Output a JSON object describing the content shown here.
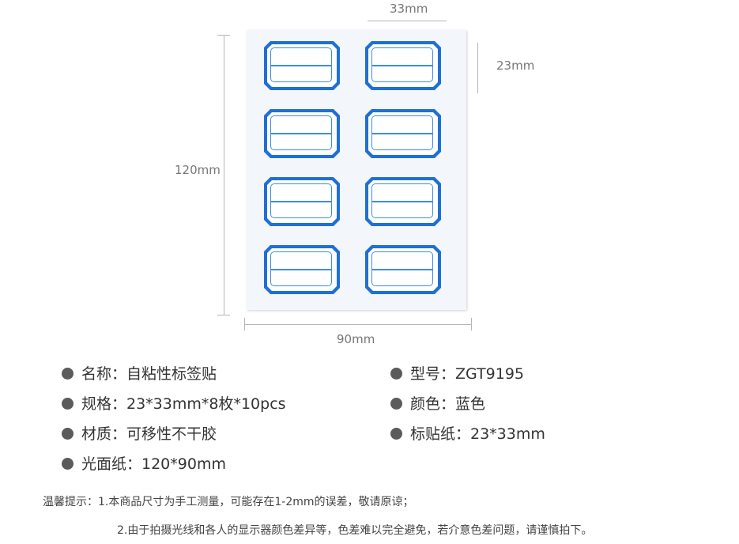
{
  "dimensions": {
    "top_width": "33mm",
    "label_height": "23mm",
    "sheet_height": "120mm",
    "sheet_width": "90mm"
  },
  "specs": [
    {
      "label": "名称：自粘性标签贴"
    },
    {
      "label": "型号：ZGT9195"
    },
    {
      "label": "规格：23*33mm*8枚*10pcs"
    },
    {
      "label": "颜色：蓝色"
    },
    {
      "label": "材质：可移性不干胶"
    },
    {
      "label": "标贴纸：23*33mm"
    },
    {
      "label": "光面纸：120*90mm"
    }
  ],
  "tips": {
    "line1": "温馨提示：1.本商品尺寸为手工测量，可能存在1-2mm的误差，敬请原谅；",
    "line2": "2.由于拍摄光线和各人的显示器颜色差异等，色差难以完全避免，若介意色差问题，请谨慎拍下。"
  },
  "colors": {
    "label_border": "#1e6fd6",
    "label_line": "#3d8be6",
    "bullet": "#5b5b5b"
  }
}
